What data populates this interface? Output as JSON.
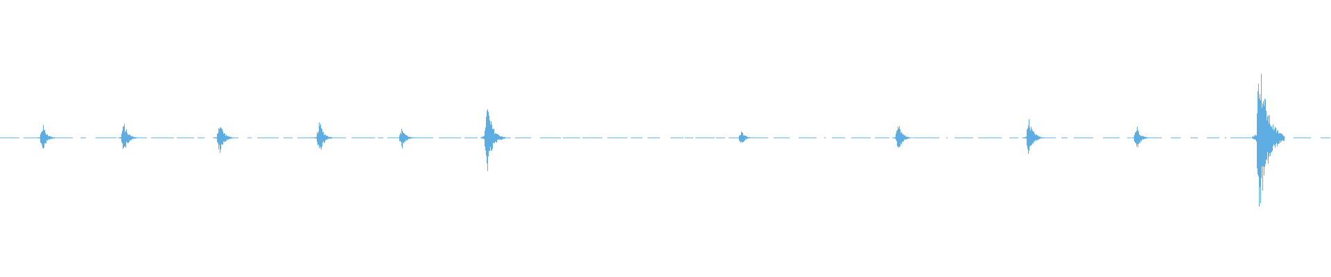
{
  "waveform": {
    "color": "#5dade2",
    "background": "#ffffff",
    "peak_amplitude_range": [
      -1,
      1
    ],
    "baseline_noise": 0.012,
    "events": [
      {
        "time_fraction": 0.032,
        "amplitude": 0.17
      },
      {
        "time_fraction": 0.093,
        "amplitude": 0.19
      },
      {
        "time_fraction": 0.165,
        "amplitude": 0.21
      },
      {
        "time_fraction": 0.24,
        "amplitude": 0.21
      },
      {
        "time_fraction": 0.302,
        "amplitude": 0.13
      },
      {
        "time_fraction": 0.366,
        "amplitude": 0.42
      },
      {
        "time_fraction": 0.557,
        "amplitude": 0.09
      },
      {
        "time_fraction": 0.675,
        "amplitude": 0.17
      },
      {
        "time_fraction": 0.773,
        "amplitude": 0.24
      },
      {
        "time_fraction": 0.854,
        "amplitude": 0.15
      },
      {
        "time_fraction": 0.946,
        "amplitude": 1.0
      }
    ]
  }
}
